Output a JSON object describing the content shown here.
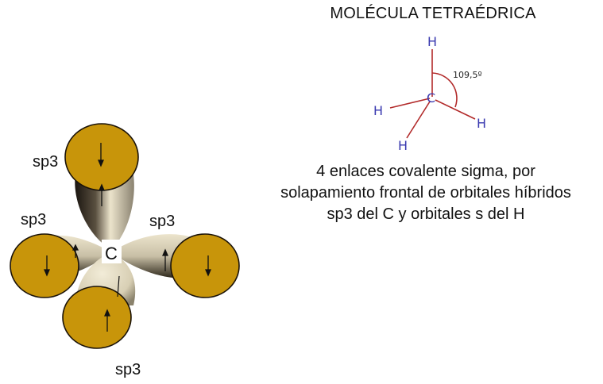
{
  "title": "MOLÉCULA TETRAÉDRICA",
  "molecule": {
    "central_atom": "C",
    "hydrogen_label": "H",
    "angle_label": "109,5º",
    "bond_color": "#b22a2a",
    "atom_color": "#3a3ab0"
  },
  "caption_lines": [
    "4 enlaces covalente sigma, por",
    "solapamiento frontal de orbitales híbridos",
    "sp3 del C y orbitales s del H"
  ],
  "orbital_diagram": {
    "center_label": "C",
    "hybrid_labels": [
      "sp3",
      "sp3",
      "sp3",
      "sp3"
    ],
    "s_orbital_color": "#c8950a",
    "lobe_color": "#e8e0c8"
  }
}
